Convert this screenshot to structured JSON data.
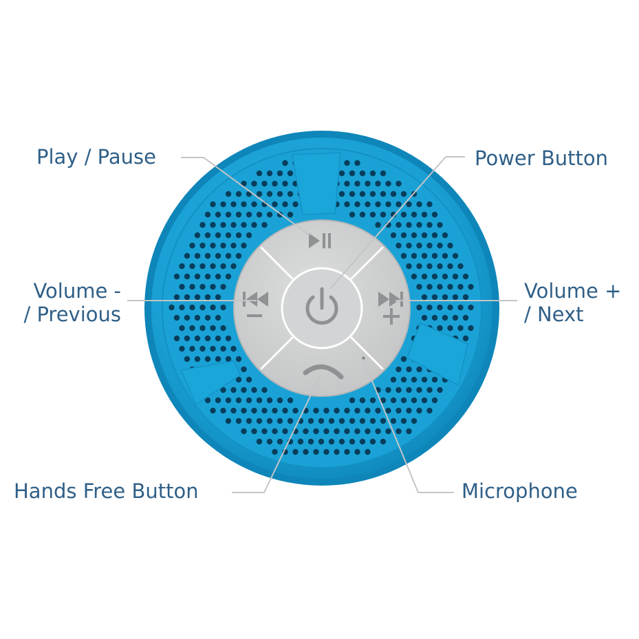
{
  "labels": {
    "play_pause": "Play / Pause",
    "power_button": "Power Button",
    "volume_minus_line1": "Volume -",
    "volume_minus_line2": "/ Previous",
    "volume_plus_line1": "Volume +",
    "volume_plus_line2": "/ Next",
    "hands_free_button": "Hands Free Button",
    "microphone": "Microphone"
  },
  "colors": {
    "text": "#2f5f87",
    "speaker_body": "#199fd3",
    "speaker_body_dark": "#0e86b9",
    "grille_hole": "#083e5c",
    "button_panel": "#cfd0d1",
    "button_icon": "#8f9193",
    "leader_line": "#c3c5c6"
  },
  "icons": {
    "play_pause": "play-pause-icon",
    "power": "power-icon",
    "previous": "previous-track-icon",
    "next": "next-track-icon",
    "minus": "minus-icon",
    "plus": "plus-icon",
    "phone": "phone-handset-icon",
    "microphone": "microphone-hole-icon"
  }
}
